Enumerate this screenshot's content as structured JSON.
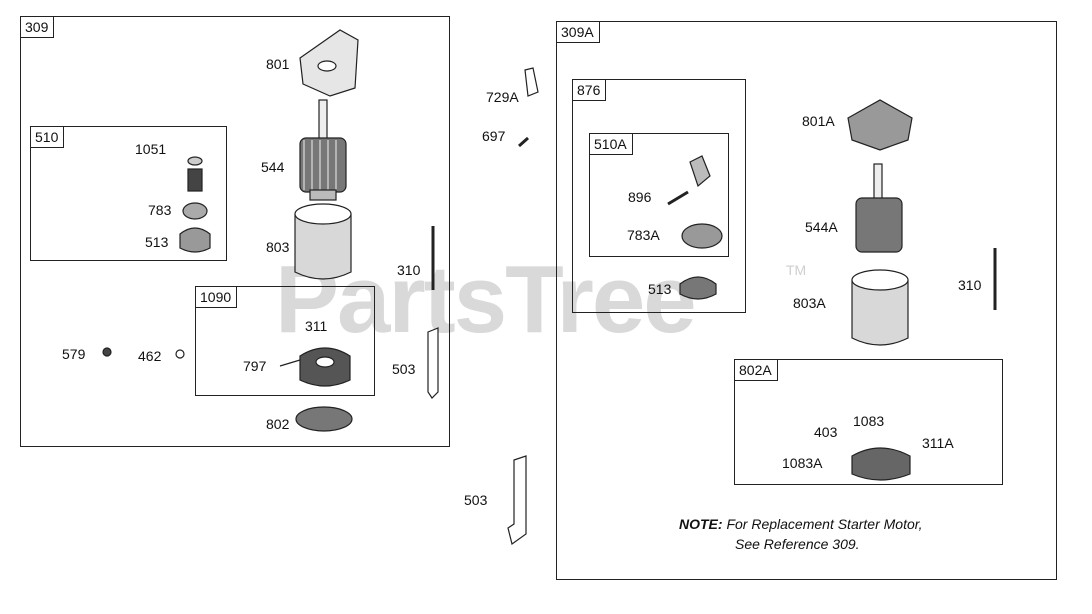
{
  "watermark": {
    "text": "PartsTree",
    "trademark": "TM"
  },
  "boxes": {
    "b309": "309",
    "b510": "510",
    "b1090": "1090",
    "b309A": "309A",
    "b876": "876",
    "b510A": "510A",
    "b802A": "802A"
  },
  "parts": {
    "p801": "801",
    "p544": "544",
    "p803": "803",
    "p310": "310",
    "p1051": "1051",
    "p783": "783",
    "p513": "513",
    "p311": "311",
    "p797": "797",
    "p579": "579",
    "p462": "462",
    "p503": "503",
    "p802": "802",
    "p729A": "729A",
    "p697": "697",
    "p503b": "503",
    "p896": "896",
    "p783A": "783A",
    "p513b": "513",
    "p801A": "801A",
    "p544A": "544A",
    "p803A": "803A",
    "p310b": "310",
    "p403": "403",
    "p1083": "1083",
    "p1083A": "1083A",
    "p311A": "311A"
  },
  "note": {
    "prefix": "NOTE:",
    "line1": " For Replacement Starter Motor,",
    "line2": "See Reference 309."
  }
}
